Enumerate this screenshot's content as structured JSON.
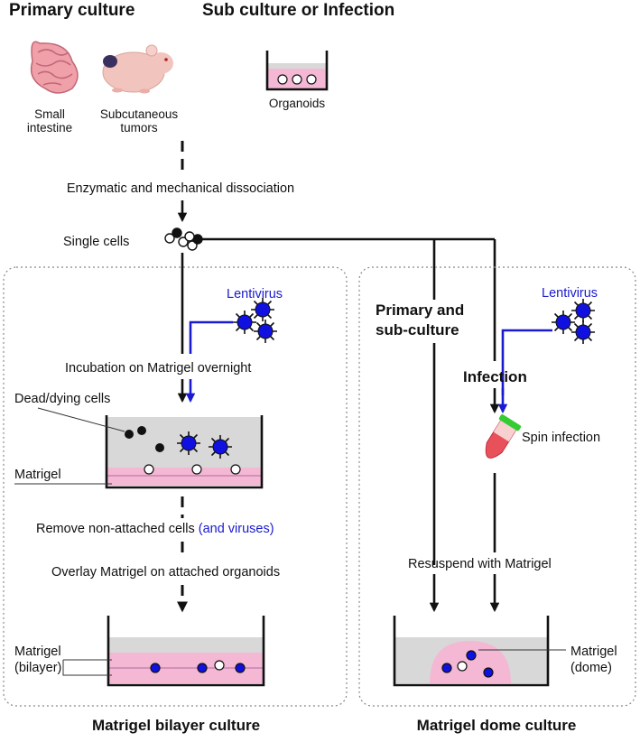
{
  "headers": {
    "primary_culture": "Primary culture",
    "sub_culture": "Sub culture or Infection"
  },
  "sources": {
    "small_intestine": [
      "Small",
      "intestine"
    ],
    "subcutaneous_tumors": [
      "Subcutaneous",
      "tumors"
    ],
    "organoids": "Organoids"
  },
  "steps": {
    "dissociation": "Enzymatic and mechanical dissociation",
    "single_cells": "Single cells"
  },
  "bilayer": {
    "lentivirus": "Lentivirus",
    "incubation": "Incubation on Matrigel overnight",
    "dead_cells": "Dead/dying cells",
    "matrigel": "Matrigel",
    "remove_prefix": "Remove non-attached cells ",
    "remove_suffix": "(and viruses)",
    "overlay": "Overlay Matrigel on attached organoids",
    "matrigel_bilayer": [
      "Matrigel",
      "(bilayer)"
    ],
    "title": "Matrigel bilayer culture"
  },
  "dome": {
    "primary_sub": [
      "Primary and",
      "sub-culture"
    ],
    "lentivirus": "Lentivirus",
    "infection": "Infection",
    "spin_infection": "Spin infection",
    "resuspend": "Resuspend with Matrigel",
    "matrigel_dome": [
      "Matrigel",
      "(dome)"
    ],
    "title": "Matrigel dome culture"
  },
  "colors": {
    "virus": "#1010e0",
    "matrigel": "#f4b8d4",
    "medium": "#d8d8d8",
    "tube_cap": "#33cc33",
    "tube_fill": "#e8505a",
    "intestine": "#f0a0a8",
    "mouse": "#f2c4be",
    "tumor": "#3a3060"
  }
}
